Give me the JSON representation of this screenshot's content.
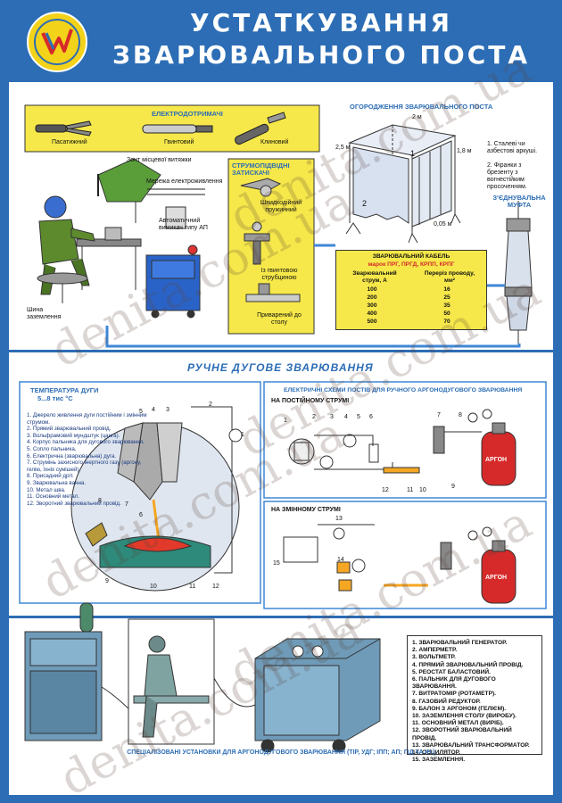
{
  "title": {
    "line1": "УСТАТКУВАННЯ",
    "line2": "ЗВАРЮВАЛЬНОГО ПОСТА"
  },
  "electrode_holders": {
    "heading": "ЕЛЕКТРОДОТРИМАЧІ",
    "items": [
      "Пасатижний",
      "Гвинтовий",
      "Клиновий"
    ]
  },
  "welding_station": {
    "hood_label": "Зонт місцевої витяжки",
    "mains_label": "Мережа електроживлення",
    "breaker_label": "Автоматичний вимикач типу АП",
    "ground_bus_label": "Шина заземлення"
  },
  "clamps": {
    "heading": "СТРУМОПІДВІДНІ ЗАТИСКАЧІ",
    "items": [
      "Швидкодійний пружинний",
      "Із гвинтовою струбциною",
      "Приварений до столу"
    ]
  },
  "fence": {
    "heading": "ОГОРОДЖЕННЯ ЗВАРЮВАЛЬНОГО ПОСТА",
    "dim_top": "2 м",
    "dim_left": "2,5 м",
    "dim_right": "1,8 м",
    "dim_bottom": "0,05 м",
    "num1": "1",
    "num2": "2",
    "note1": "1. Сталеві чи азбестові аркуші.",
    "note2": "2. Фіранки з брезенту з вогнестійким просоченням."
  },
  "coupling": {
    "heading": "З'ЄДНУВАЛЬНА МУФТА"
  },
  "cable": {
    "heading": "ЗВАРЮВАЛЬНИЙ КАБЕЛЬ",
    "grades": "марок ПРГ, ПРГД, КРПП, КРПГ",
    "col1": "Зварювальний струм, А",
    "col2": "Переріз проводу, мм²",
    "rows": [
      {
        "current": "100",
        "section": "16"
      },
      {
        "current": "200",
        "section": "25"
      },
      {
        "current": "300",
        "section": "35"
      },
      {
        "current": "400",
        "section": "50"
      },
      {
        "current": "500",
        "section": "70"
      }
    ]
  },
  "manual_arc": {
    "heading": "РУЧНЕ ДУГОВЕ ЗВАРЮВАННЯ"
  },
  "arc_temp": {
    "heading": "ТЕМПЕРАТУРА ДУГИ",
    "value": "5...8  тис °С",
    "items": [
      "1. Джерело живлення дуги постійним і змінним струмом.",
      "2. Прямий зварювальний провід.",
      "3. Вольфрамовий мундштук (цанга).",
      "4. Корпус пальника для дугового зварювання.",
      "5. Сопло пальника.",
      "6. Електрична (зварювальна) дуга.",
      "7. Струмінь захисного інертного газу (аргону, гелію, їхніх сумішей).",
      "8. Присадний дріт.",
      "9. Зварювальна ванна.",
      "10. Метал шва.",
      "11. Основний метал.",
      "12. Зворотний зварювальний провід."
    ],
    "numbers": [
      "1",
      "2",
      "3",
      "4",
      "5",
      "6",
      "7",
      "8",
      "9",
      "10",
      "11",
      "12"
    ]
  },
  "circuits": {
    "heading": "ЕЛЕКТРИЧНІ СХЕМИ ПОСТІВ ДЛЯ РУЧНОГО АРГОНОДУГОВОГО ЗВАРЮВАННЯ",
    "dc_label": "НА ПОСТІЙНОМУ СТРУМІ",
    "ac_label": "НА ЗМІННОМУ СТРУМІ",
    "argon": "АРГОН",
    "dc_numbers": [
      "1",
      "2",
      "3",
      "4",
      "5",
      "6",
      "7",
      "8",
      "9",
      "10",
      "11",
      "12"
    ],
    "ac_numbers": [
      "13",
      "14",
      "15"
    ]
  },
  "legend": {
    "items": [
      "1. ЗВАРЮВАЛЬНИЙ ГЕНЕРАТОР.",
      "2. АМПЕРМЕТР.",
      "3. ВОЛЬТМЕТР.",
      "4. ПРЯМИЙ ЗВАРЮВАЛЬНИЙ ПРОВІД.",
      "5. РЕОСТАТ БАЛАСТОВИЙ.",
      "6. ПАЛЬНИК ДЛЯ ДУГОВОГО",
      "    ЗВАРЮВАННЯ.",
      "7. ВИТРАТОМІР (РОТАМЕТР).",
      "8. ГАЗОВИЙ РЕДУКТОР.",
      "9. БАЛОН З АРГОНОМ (ГЕЛІЄМ).",
      "10. ЗАЗЕМЛЕННЯ СТОЛУ (ВИРОБУ).",
      "11. ОСНОВНИЙ МЕТАЛ (ВИРІБ).",
      "12. ЗВОРОТНИЙ ЗВАРЮВАЛЬНИЙ",
      "    ПРОВІД.",
      "13. ЗВАРЮВАЛЬНИЙ ТРАНСФОРМАТОР.",
      "14. ОСЦИЛЯТОР.",
      "15. ЗАЗЕМЛЕННЯ."
    ]
  },
  "footer": "СПЕЦІАЛІЗОВАНІ УСТАНОВКИ ДЛЯ АРГОНОДУГОВОГО ЗВАРЮВАННЯ (ТІР, УДГ; ІПП; АП; ГІД ТА ІН.)",
  "watermark": "denita.com.ua",
  "colors": {
    "brand_blue": "#2c6db5",
    "accent_yellow": "#f6e84a",
    "machine_blue": "#2a63c8",
    "argon_red": "#d62a2a"
  }
}
